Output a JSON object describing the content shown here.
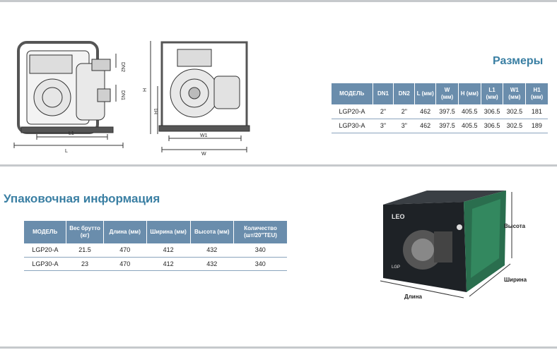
{
  "dimensions": {
    "title": "Размеры",
    "headers": [
      "МОДЕЛЬ",
      "DN1",
      "DN2",
      "L (мм)",
      "W (мм)",
      "H (мм)",
      "L1 (мм)",
      "W1 (мм)",
      "H1 (мм)"
    ],
    "rows": [
      [
        "LGP20-A",
        "2\"",
        "2\"",
        "462",
        "397.5",
        "405.5",
        "306.5",
        "302.5",
        "181"
      ],
      [
        "LGP30-A",
        "3\"",
        "3\"",
        "462",
        "397.5",
        "405.5",
        "306.5",
        "302.5",
        "189"
      ]
    ]
  },
  "drawing_labels": {
    "dn2": "DN2",
    "dn1": "DN1",
    "l1": "L1",
    "l": "L",
    "h": "H",
    "h1": "H1",
    "w1": "W1",
    "w": "W"
  },
  "packing": {
    "title": "Упаковочная информация",
    "headers": [
      "МОДЕЛЬ",
      "Вес брутто (кг)",
      "Длина (мм)",
      "Ширина (мм)",
      "Высота (мм)",
      "Количество (шт/20\"TEU)"
    ],
    "rows": [
      [
        "LGP20-A",
        "21.5",
        "470",
        "412",
        "432",
        "340"
      ],
      [
        "LGP30-A",
        "23",
        "470",
        "412",
        "432",
        "340"
      ]
    ]
  },
  "box": {
    "height_label": "Высота",
    "width_label": "Ширина",
    "length_label": "Длина",
    "brand": "LEO",
    "model_mark": "LGP"
  },
  "colors": {
    "title_blue": "#3a7fa3",
    "header_bg": "#6a8dac",
    "rule": "#c6c9cc"
  }
}
